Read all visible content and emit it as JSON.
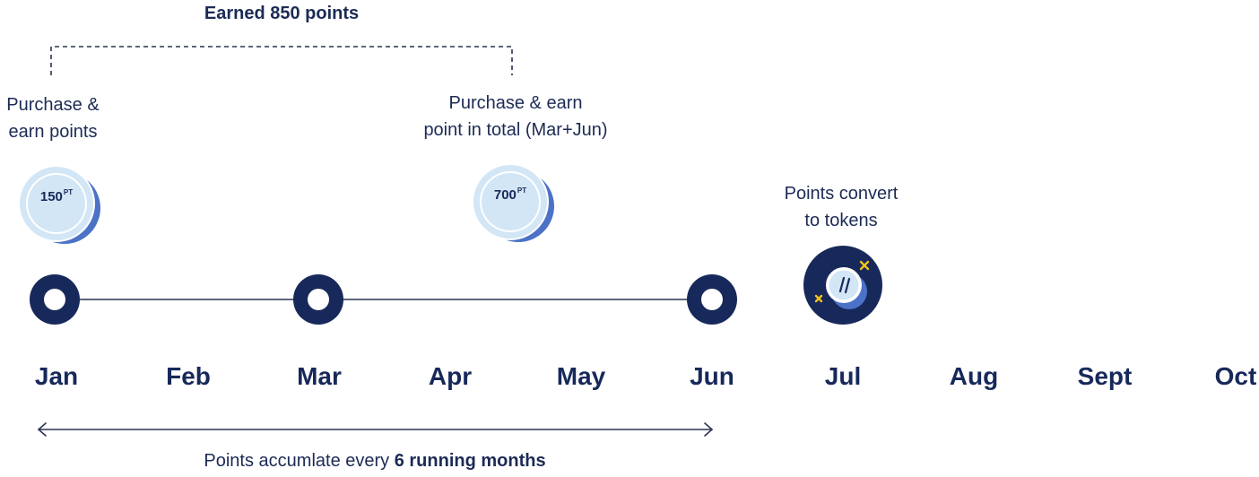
{
  "bracket": {
    "label": "Earned 850 points"
  },
  "events": [
    {
      "caption_line1": "Purchase &",
      "caption_line2": "earn points",
      "coin_value": "150",
      "coin_unit": "PT"
    },
    {
      "caption_line1": "Purchase & earn",
      "caption_line2": "point in total (Mar+Jun)",
      "coin_value": "700",
      "coin_unit": "PT"
    }
  ],
  "conversion": {
    "caption_line1": "Points convert",
    "caption_line2": "to tokens",
    "icon": "token-icon"
  },
  "months": [
    "Jan",
    "Feb",
    "Mar",
    "Apr",
    "May",
    "Jun",
    "Jul",
    "Aug",
    "Sept",
    "Oct"
  ],
  "timeline": {
    "milestones": [
      "Jan",
      "Mar",
      "Jun"
    ]
  },
  "span": {
    "prefix": "Points accumlate every ",
    "bold": "6 running months"
  },
  "colors": {
    "navy": "#17295a",
    "coin_light": "#d3e6f6",
    "coin_ring": "#bcd6ef",
    "coin_edge": "#4c72c7",
    "sparkle": "#f2c21b"
  }
}
